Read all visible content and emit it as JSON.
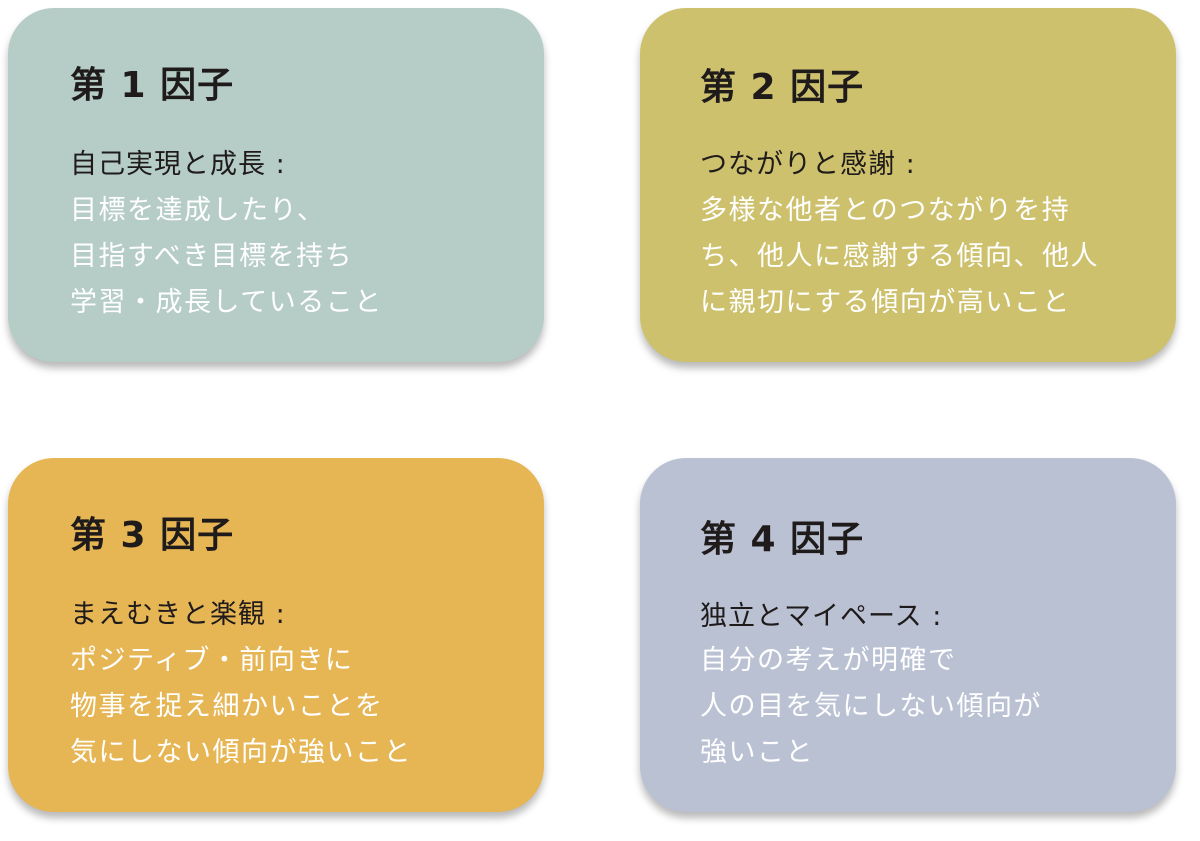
{
  "factors": [
    {
      "title": "第 1 因子",
      "heading": "自己実現と成長 :",
      "lines": [
        "目標を達成したり、",
        "目指すべき目標を持ち",
        "学習・成長していること"
      ],
      "color": "#b6ccc6"
    },
    {
      "title": "第 2 因子",
      "heading": "つながりと感謝 :",
      "lines": [
        "多様な他者とのつながりを持",
        "ち、他人に感謝する傾向、他人",
        "に親切にする傾向が高いこと"
      ],
      "color": "#cdc16d"
    },
    {
      "title": "第 3 因子",
      "heading": "まえむきと楽観 :",
      "lines": [
        "ポジティブ・前向きに",
        "物事を捉え細かいことを",
        "気にしない傾向が強いこと"
      ],
      "color": "#e6b554"
    },
    {
      "title": "第 4 因子",
      "heading": "独立とマイペース :",
      "lines": [
        "自分の考えが明確で",
        "人の目を気にしない傾向が",
        "強いこと"
      ],
      "color": "#bac1d3"
    }
  ]
}
